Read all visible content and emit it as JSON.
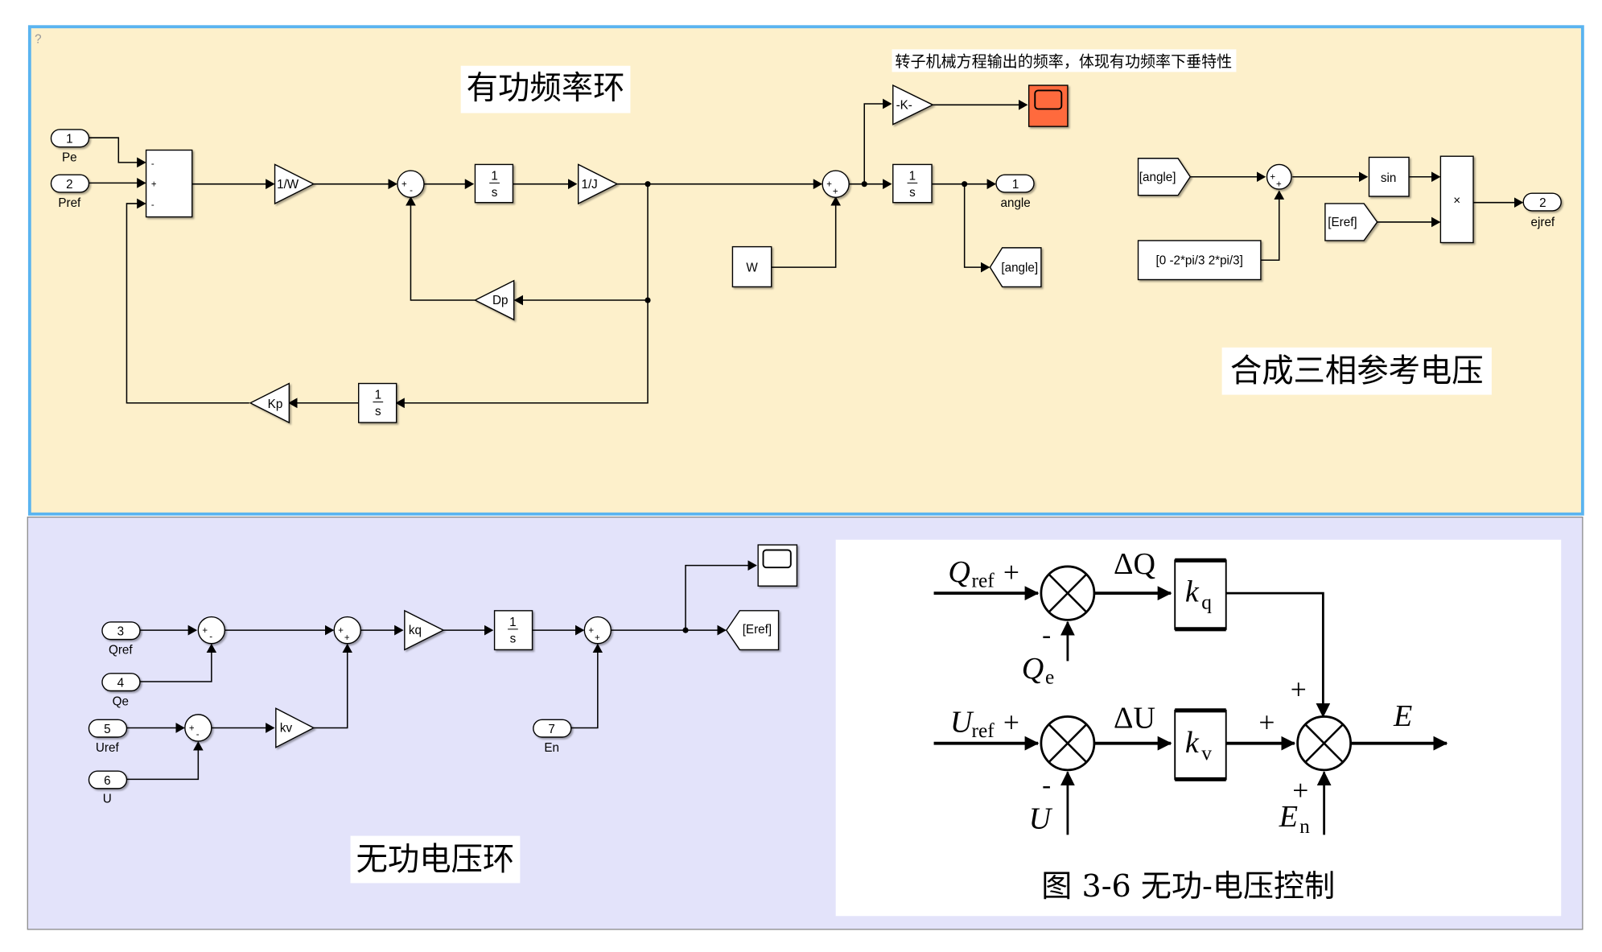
{
  "panels": {
    "top": {
      "bg": "#fdf0cb",
      "border": "#5ab4f0",
      "corner_mark": "?"
    },
    "bottom": {
      "bg": "#e3e3fa",
      "border": "#888888"
    }
  },
  "annotations": {
    "active_power_loop": "有功频率环",
    "rotor_note": "转子机械方程输出的频率，体现有功频率下垂特性",
    "three_phase_ref": "合成三相参考电压",
    "reactive_voltage_loop": "无功电压环"
  },
  "top_blocks": {
    "inport_pe": {
      "num": "1",
      "name": "Pe"
    },
    "inport_pref": {
      "num": "2",
      "name": "Pref"
    },
    "sum3_signs": [
      "-",
      "+",
      "-"
    ],
    "gain_1_over_w": "1/W",
    "sum_a_signs": [
      "+",
      "-"
    ],
    "integrator_1": {
      "num": "1",
      "den": "s"
    },
    "gain_1_over_j": "1/J",
    "gain_dp": "Dp",
    "integrator_2": {
      "num": "1",
      "den": "s"
    },
    "gain_kp": "Kp",
    "sum_b_signs": [
      "+",
      "+"
    ],
    "const_w": "W",
    "gain_k": "-K-",
    "scope_color": "#ff6a3d",
    "integrator_3": {
      "num": "1",
      "den": "s"
    },
    "outport_angle": {
      "num": "1",
      "name": "angle"
    },
    "goto_angle": "[angle]",
    "from_angle": "[angle]",
    "sum_c_signs": [
      "+",
      "+"
    ],
    "const_phase": "[0 -2*pi/3 2*pi/3]",
    "sin_fn": "sin",
    "from_eref": "[Eref]",
    "product": "×",
    "outport_ejref": {
      "num": "2",
      "name": "ejref"
    }
  },
  "bottom_blocks": {
    "inport_qref": {
      "num": "3",
      "name": "Qref"
    },
    "inport_qe": {
      "num": "4",
      "name": "Qe"
    },
    "inport_uref": {
      "num": "5",
      "name": "Uref"
    },
    "inport_u": {
      "num": "6",
      "name": "U"
    },
    "inport_en": {
      "num": "7",
      "name": "En"
    },
    "sum_q_signs": [
      "+",
      "-"
    ],
    "sum_u_signs": [
      "+",
      "-"
    ],
    "sum_mid_signs": [
      "+",
      "+"
    ],
    "gain_kq": "kq",
    "gain_kv": "kv",
    "integrator": {
      "num": "1",
      "den": "s"
    },
    "sum_en_signs": [
      "+",
      "+"
    ],
    "goto_eref": "[Eref]"
  },
  "figure": {
    "qref": "Q",
    "qref_sub": "ref",
    "plus": "+",
    "minus": "-",
    "dq": "ΔQ",
    "kq": "k",
    "kq_sub": "q",
    "qe": "Q",
    "qe_sub": "e",
    "uref": "U",
    "uref_sub": "ref",
    "du": "ΔU",
    "kv": "k",
    "kv_sub": "v",
    "u": "U",
    "e_out": "E",
    "en": "E",
    "en_sub": "n",
    "caption": "图 3-6  无功-电压控制"
  }
}
